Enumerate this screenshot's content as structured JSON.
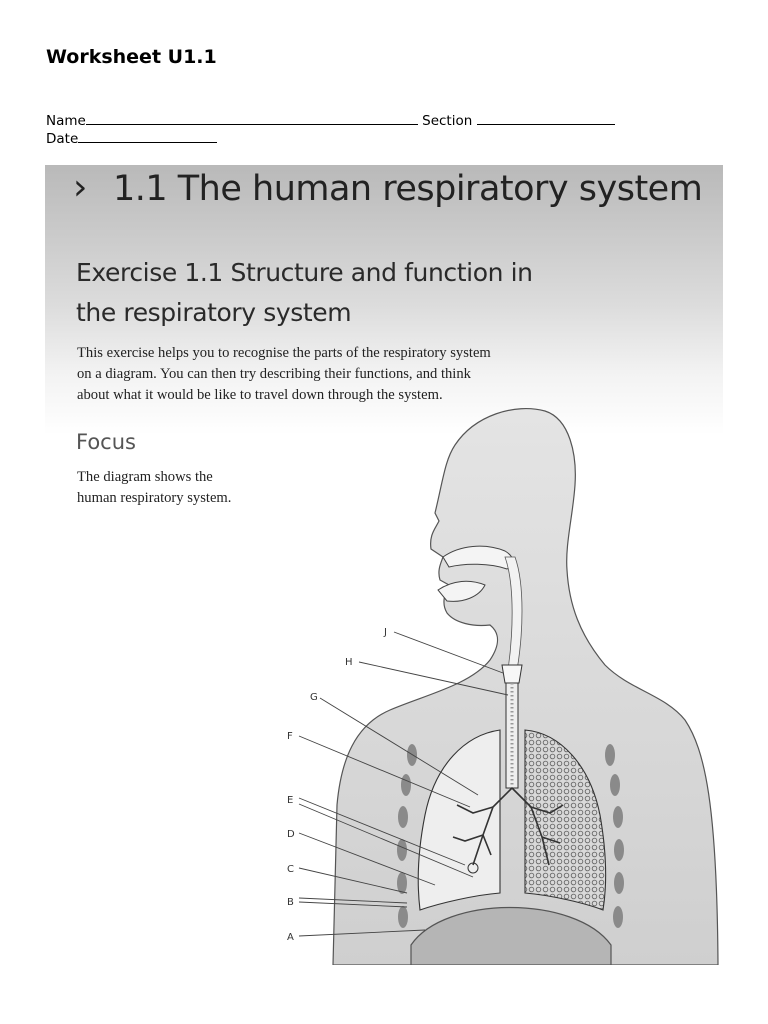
{
  "worksheet": {
    "title": "Worksheet U1.1",
    "name_label": "Name",
    "section_label": "Section",
    "date_label": "Date"
  },
  "section": {
    "chevron": "›",
    "title": "1.1 The human respiratory system"
  },
  "exercise": {
    "title_line1": "Exercise 1.1 Structure and function in",
    "title_line2": "the respiratory system",
    "intro_line1": "This exercise helps you to recognise the parts of the respiratory system",
    "intro_line2": "on a diagram. You can then try describing their functions, and think",
    "intro_line3": "about what it would be like to travel down through the system."
  },
  "focus": {
    "heading": "Focus",
    "text_line1": "The diagram shows the",
    "text_line2": "human respiratory system."
  },
  "diagram": {
    "labels": [
      "J",
      "H",
      "G",
      "F",
      "E",
      "D",
      "C",
      "B",
      "A"
    ]
  }
}
